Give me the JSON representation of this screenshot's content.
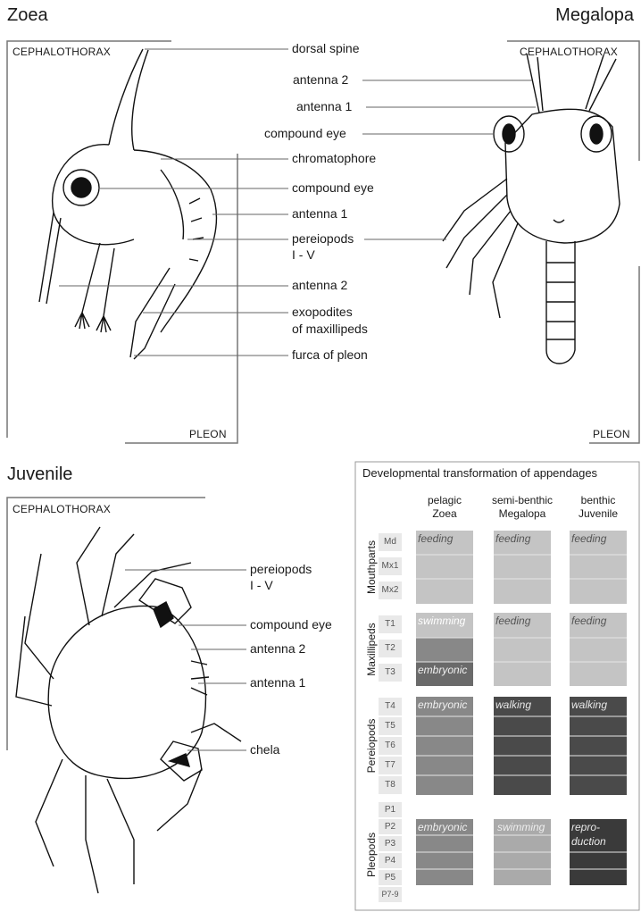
{
  "zoea": {
    "title": "Zoea",
    "cephalothorax": "CEPHALOTHORAX",
    "pleon": "PLEON",
    "labels": [
      "dorsal spine",
      "chromatophore",
      "compound eye",
      "antenna 1",
      "pereiopods",
      "I - V",
      "antenna 2",
      "exopodites",
      "of maxillipeds",
      "furca of pleon"
    ]
  },
  "megalopa": {
    "title": "Megalopa",
    "cephalothorax": "CEPHALOTHORAX",
    "pleon": "PLEON",
    "labels": [
      "antenna 2",
      "antenna 1",
      "compound eye"
    ]
  },
  "juvenile": {
    "title": "Juvenile",
    "cephalothorax": "CEPHALOTHORAX",
    "labels": [
      "pereiopods",
      "I - V",
      "compound eye",
      "antenna 2",
      "antenna 1",
      "chela"
    ]
  },
  "table": {
    "title": "Developmental transformation of appendages",
    "columns": [
      {
        "line1": "pelagic",
        "line2": "Zoea"
      },
      {
        "line1": "semi-benthic",
        "line2": "Megalopa"
      },
      {
        "line1": "benthic",
        "line2": "Juvenile"
      }
    ],
    "groups": [
      {
        "name": "Mouthparts",
        "segments": [
          "Md",
          "Mx1",
          "Mx2"
        ]
      },
      {
        "name": "Maxillipeds",
        "segments": [
          "T1",
          "T2",
          "T3"
        ]
      },
      {
        "name": "Pereiopods",
        "segments": [
          "T4",
          "T5",
          "T6",
          "T7",
          "T8"
        ]
      },
      {
        "name": "Pleopods",
        "segments": [
          "P1",
          "P2",
          "P3",
          "P4",
          "P5",
          "P7-9"
        ]
      }
    ],
    "cells": {
      "mouth_zoea": "feeding",
      "mouth_megalopa": "feeding",
      "mouth_juvenile": "feeding",
      "maxi_zoea_top": "swimming",
      "maxi_zoea_bottom": "embryonic",
      "maxi_megalopa": "feeding",
      "maxi_juvenile": "feeding",
      "per_zoea": "embryonic",
      "per_megalopa": "walking",
      "per_juvenile": "walking",
      "pleo_zoea": "embryonic",
      "pleo_megalopa": "swimming",
      "pleo_juvenile_1": "repro-",
      "pleo_juvenile_2": "duction"
    },
    "colors": {
      "light": "#c4c4c4",
      "medium": "#888888",
      "dark": "#4a4a4a",
      "darkest": "#3a3a3a"
    }
  }
}
